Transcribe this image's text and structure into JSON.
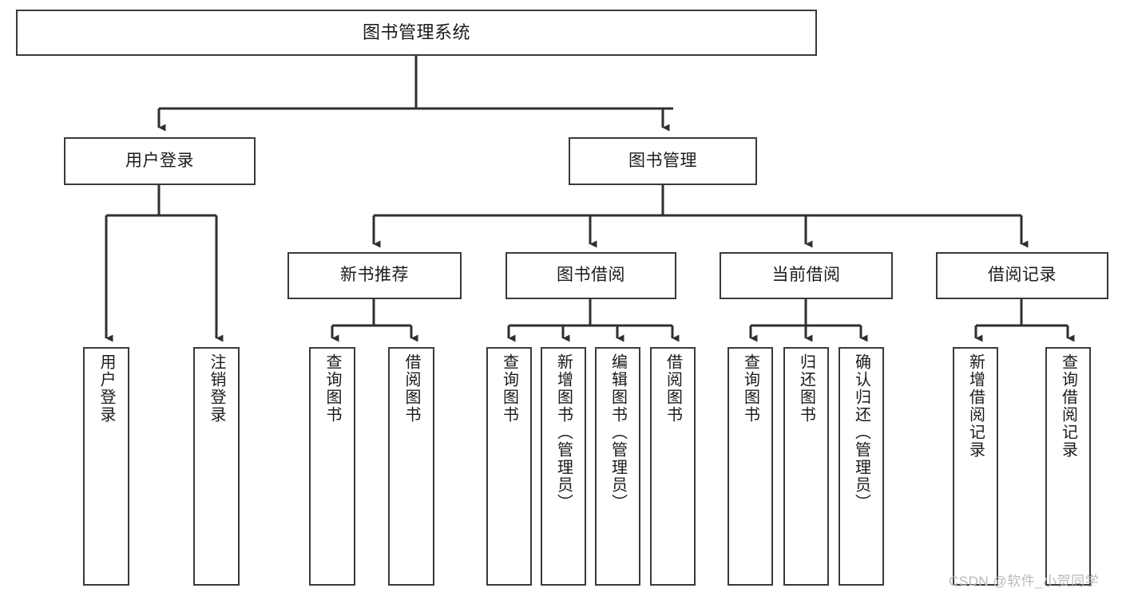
{
  "diagram": {
    "title": "图书管理系统",
    "watermark": "CSDN @软件_小贺同学",
    "colors": {
      "box_border": "#3a3a3a",
      "box_fill": "#ffffff",
      "connector": "#2f2f2f",
      "text": "#1b1b1b",
      "watermark": "#b9b9b9"
    },
    "root": {
      "label": "图书管理系统"
    },
    "level1": [
      {
        "label": "用户登录"
      },
      {
        "label": "图书管理"
      }
    ],
    "level2": [
      {
        "label": "新书推荐"
      },
      {
        "label": "图书借阅"
      },
      {
        "label": "当前借阅"
      },
      {
        "label": "借阅记录"
      }
    ],
    "leaves": {
      "user_login": [
        {
          "label": "用户登录"
        },
        {
          "label": "注销登录"
        }
      ],
      "new_book_recommend": [
        {
          "label": "查询图书"
        },
        {
          "label": "借阅图书"
        }
      ],
      "book_borrow": [
        {
          "label": "查询图书"
        },
        {
          "label": "新增图书（管理员）"
        },
        {
          "label": "编辑图书（管理员）"
        },
        {
          "label": "借阅图书"
        }
      ],
      "current_borrow": [
        {
          "label": "查询图书"
        },
        {
          "label": "归还图书"
        },
        {
          "label": "确认归还（管理员）"
        }
      ],
      "borrow_record": [
        {
          "label": "新增借阅记录"
        },
        {
          "label": "查询借阅记录"
        }
      ]
    }
  }
}
